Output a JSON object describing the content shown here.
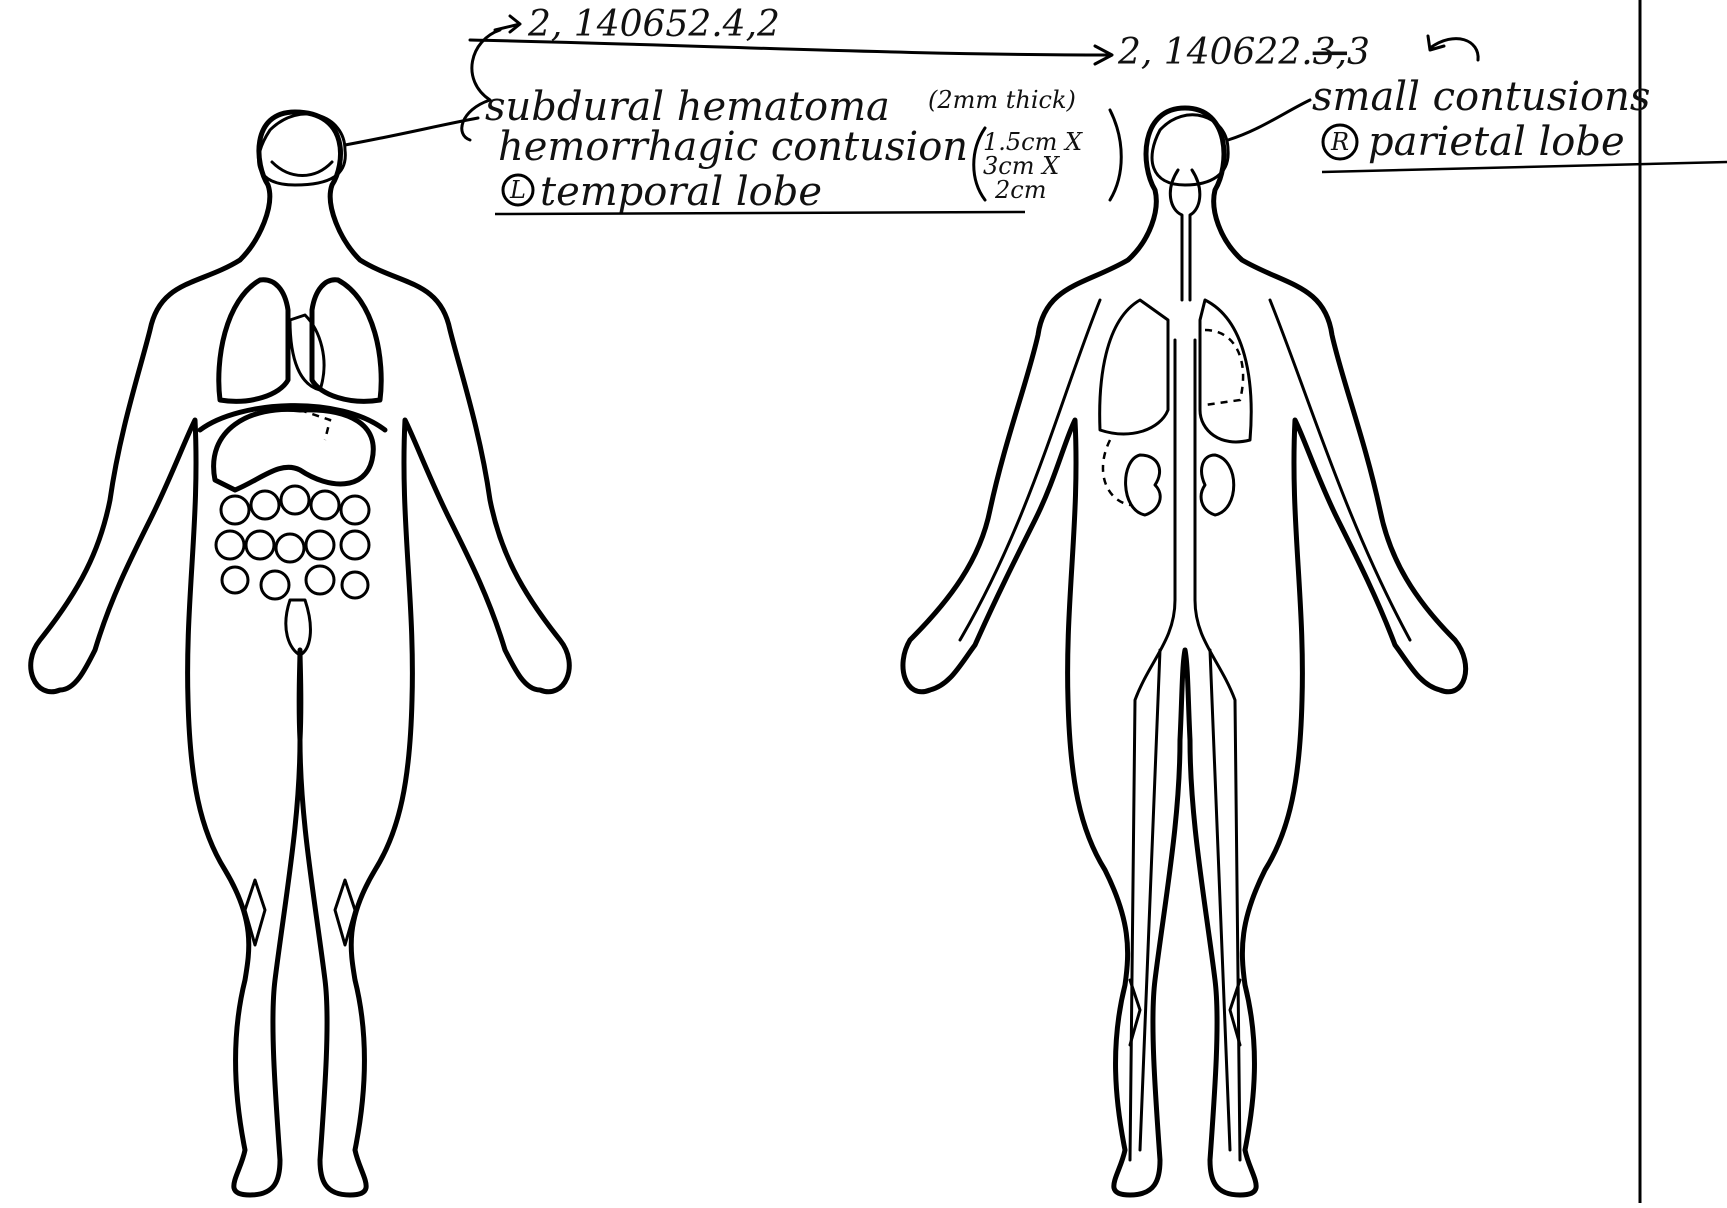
{
  "annotations": {
    "left_reference": "2, 140652.4,2",
    "right_reference_prefix": "2, 140622.",
    "right_reference_struck": "3,",
    "right_reference_suffix": "3",
    "left_note": {
      "line1": "subdural hematoma",
      "line1_dim": "(2mm thick)",
      "line2": "hemorrhagic contusion",
      "dims": [
        "1.5cm X",
        "3cm X",
        "2cm"
      ],
      "line3_marker": "L",
      "line3": "temporal lobe"
    },
    "right_note": {
      "line1": "small contusions",
      "line2_marker": "R",
      "line2": "parietal lobe"
    }
  },
  "figures": {
    "left": "body-outline-digestive-organs-icon",
    "right": "body-outline-circulatory-organs-icon"
  },
  "colors": {
    "ink": "#000000",
    "paper": "#ffffff"
  }
}
